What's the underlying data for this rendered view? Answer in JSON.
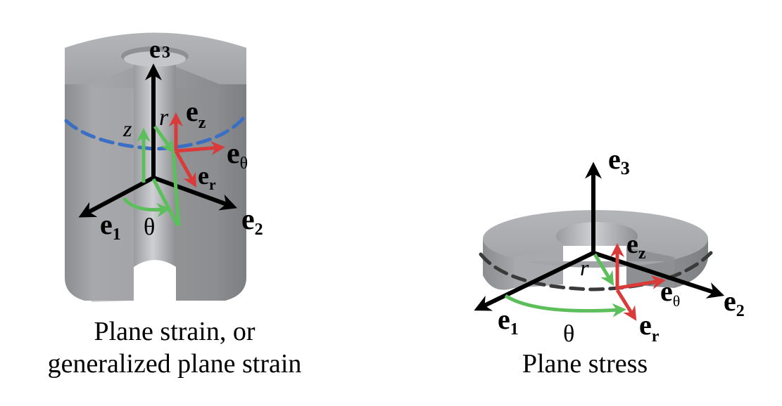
{
  "left_panel": {
    "caption_line1": "Plane strain, or",
    "caption_line2": "generalized plane strain",
    "labels": {
      "e3": "e",
      "e3_sub": "3",
      "e1": "e",
      "e1_sub": "1",
      "e2": "e",
      "e2_sub": "2",
      "ez": "e",
      "ez_sub": "z",
      "er": "e",
      "er_sub": "r",
      "etheta": "e",
      "etheta_sub": "θ",
      "r": "r",
      "z": "z",
      "theta": "θ"
    }
  },
  "right_panel": {
    "caption": "Plane stress",
    "labels": {
      "e3": "e",
      "e3_sub": "3",
      "e1": "e",
      "e1_sub": "1",
      "e2": "e",
      "e2_sub": "2",
      "ez": "e",
      "ez_sub": "z",
      "er": "e",
      "er_sub": "r",
      "etheta": "e",
      "etheta_sub": "θ",
      "r": "r",
      "theta": "θ"
    }
  },
  "colors": {
    "global_axes": "#000000",
    "local_basis": "#d93a3a",
    "cylindrical_coords": "#5cbf5c",
    "hoop_dashed_left": "#3b6fc4",
    "hoop_dashed_right": "#3a3a3a",
    "solid": "#9a9b9e"
  }
}
